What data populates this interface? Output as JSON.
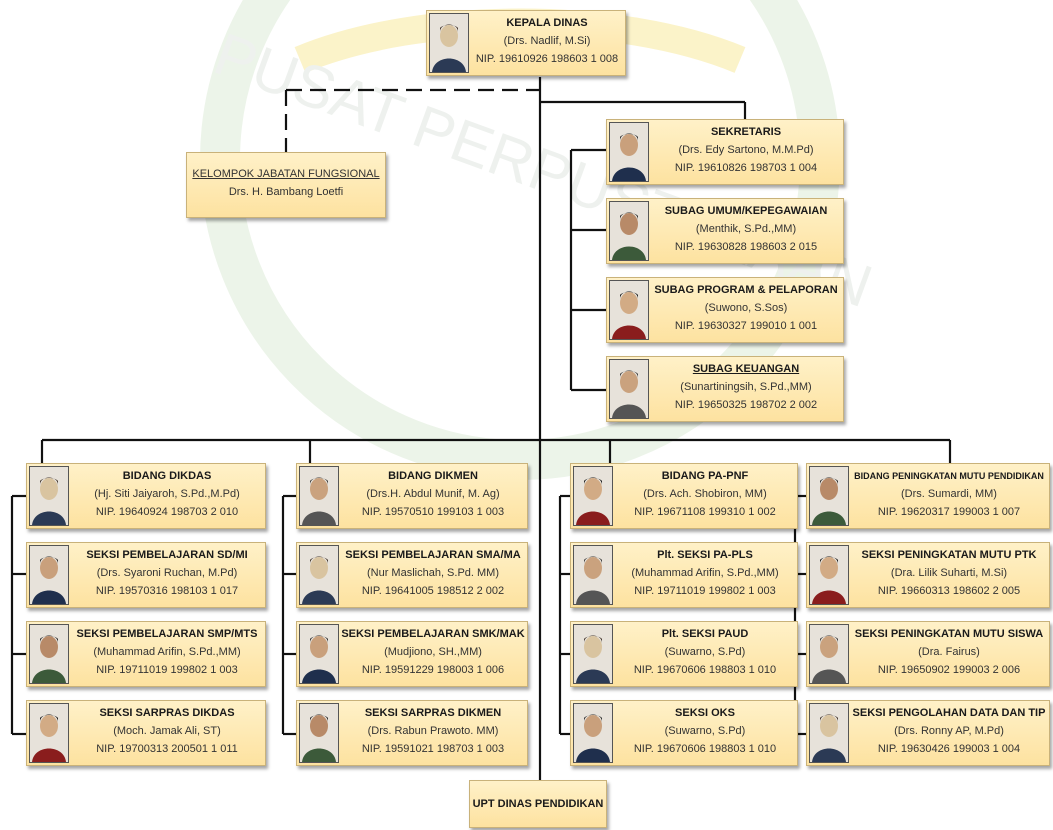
{
  "watermark": "PUSAT PERPUSTAKAAN",
  "head": {
    "title": "KEPALA DINAS",
    "name": "(Drs. Nadlif, M.Si)",
    "nip": "NIP. 19610926 198603 1 008"
  },
  "fungsional": {
    "title": "KELOMPOK JABATAN FUNGSIONAL",
    "name": "Drs. H. Bambang Loetfi"
  },
  "sekretariat": [
    {
      "title": "SEKRETARIS",
      "name": "(Drs. Edy Sartono, M.M.Pd)",
      "nip": "NIP. 19610826 198703 1 004"
    },
    {
      "title": "SUBAG UMUM/KEPEGAWAIAN",
      "name": "(Menthik, S.Pd.,MM)",
      "nip": "NIP. 19630828 198603 2 015"
    },
    {
      "title": "SUBAG PROGRAM & PELAPORAN",
      "name": "(Suwono, S.Sos)",
      "nip": "NIP. 19630327 199010 1 001"
    },
    {
      "title": "SUBAG KEUANGAN",
      "name": "(Sunartiningsih, S.Pd.,MM)",
      "nip": "NIP. 19650325 198702 2 002"
    }
  ],
  "columns": [
    [
      {
        "title": "BIDANG DIKDAS",
        "name": "(Hj. Siti Jaiyaroh, S.Pd.,M.Pd)",
        "nip": "NIP. 19640924 198703 2 010"
      },
      {
        "title": "SEKSI PEMBELAJARAN  SD/MI",
        "name": "(Drs. Syaroni Ruchan, M.Pd)",
        "nip": "NIP. 19570316 198103 1 017"
      },
      {
        "title": "SEKSI PEMBELAJARAN SMP/MTS",
        "name": "(Muhammad Arifin, S.Pd.,MM)",
        "nip": "NIP. 19711019 199802 1 003"
      },
      {
        "title": "SEKSI SARPRAS DIKDAS",
        "name": "(Moch. Jamak Ali, ST)",
        "nip": "NIP. 19700313 200501 1 011"
      }
    ],
    [
      {
        "title": "BIDANG DIKMEN",
        "name": "(Drs.H. Abdul Munif, M. Ag)",
        "nip": "NIP. 19570510 199103 1 003"
      },
      {
        "title": "SEKSI PEMBELAJARAN SMA/MA",
        "name": "(Nur Maslichah, S.Pd. MM)",
        "nip": "NIP. 19641005 198512 2 002"
      },
      {
        "title": "SEKSI PEMBELAJARAN SMK/MAK",
        "name": "(Mudjiono, SH.,MM)",
        "nip": "NIP. 19591229 198003 1 006"
      },
      {
        "title": "SEKSI SARPRAS DIKMEN",
        "name": "(Drs. Rabun Prawoto. MM)",
        "nip": "NIP. 19591021 198703 1 003"
      }
    ],
    [
      {
        "title": "BIDANG PA-PNF",
        "name": "(Drs. Ach. Shobiron, MM)",
        "nip": "NIP. 19671108 199310 1 002"
      },
      {
        "title": "Plt. SEKSI PA-PLS",
        "name": "(Muhammad Arifin, S.Pd.,MM)",
        "nip": "NIP. 19711019 199802 1 003"
      },
      {
        "title": "Plt. SEKSI PAUD",
        "name": "(Suwarno, S.Pd)",
        "nip": "NIP. 19670606 198803 1 010"
      },
      {
        "title": "SEKSI OKS",
        "name": "(Suwarno, S.Pd)",
        "nip": "NIP. 19670606 198803 1 010"
      }
    ],
    [
      {
        "title": "BIDANG PENINGKATAN MUTU PENDIDIKAN",
        "name": "(Drs. Sumardi, MM)",
        "nip": "NIP. 19620317 199003 1 007"
      },
      {
        "title": "SEKSI PENINGKATAN MUTU PTK",
        "name": "(Dra. Lilik Suharti, M.Si)",
        "nip": "NIP. 19660313 198602 2 005"
      },
      {
        "title": "SEKSI PENINGKATAN MUTU SISWA",
        "name": "(Dra. Fairus)",
        "nip": "NIP. 19650902 199003 2 006"
      },
      {
        "title": "SEKSI PENGOLAHAN DATA DAN TIP",
        "name": "(Drs. Ronny AP, M.Pd)",
        "nip": "NIP. 19630426 199003 1 004"
      }
    ]
  ],
  "upt": "UPT DINAS PENDIDIKAN"
}
